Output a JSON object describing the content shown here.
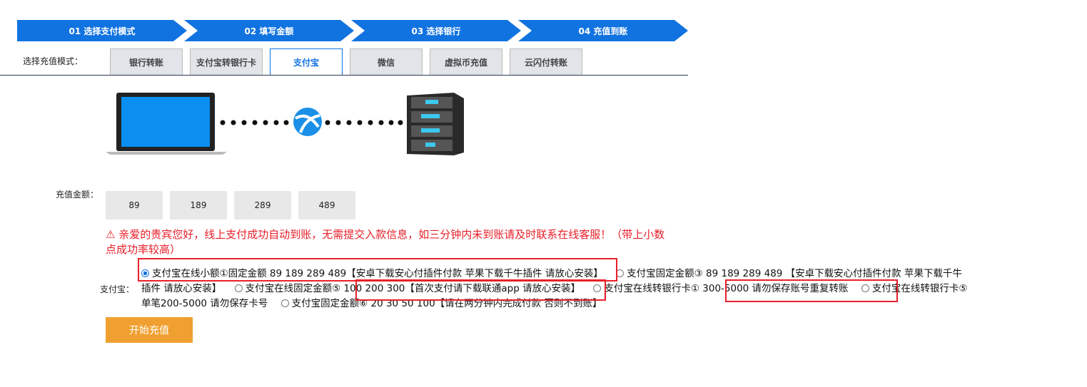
{
  "steps": [
    "01 选择支付模式",
    "02 填写金额",
    "03 选择银行",
    "04 充值到账"
  ],
  "mode_label": "选择充值模式：",
  "tabs": [
    "银行转账",
    "支付宝转银行卡",
    "支付宝",
    "微信",
    "虚拟币充值",
    "云闪付转账"
  ],
  "active_tab": "支付宝",
  "amount_label": "充值金额：",
  "amounts": [
    "89",
    "189",
    "289",
    "489"
  ],
  "warning": "亲爱的贵宾您好，线上支付成功自动到账，无需提交入款信息，如三分钟内未到账请及时联系在线客服！（带上小数点成功率较高）",
  "alipay_label": "支付宝：",
  "options": [
    "支付宝在线小额①固定金额 89 189 289 489【安卓下载安心付插件付款 苹果下载千牛插件 请放心安装】",
    "支付宝固定金额③ 89 189 289 489 【安卓下载安心付插件付款 苹果下载千牛插件 请放心安装】",
    "支付宝在线固定金额⑤ 100 200 300【首次支付请下载联通app 请放心安装】",
    "支付宝在线转银行卡① 300-5000 请勿保存账号重复转账",
    "支付宝在线转银行卡⑤ 单笔200-5000 请勿保存卡号",
    "支付宝固定金额⑥ 20 30 50 100【请在两分钟内完成付款 否则不到账】"
  ],
  "submit_label": "开始充值",
  "colors": {
    "primary": "#1173e0",
    "warning": "#e8202a",
    "submit": "#f0a030"
  }
}
